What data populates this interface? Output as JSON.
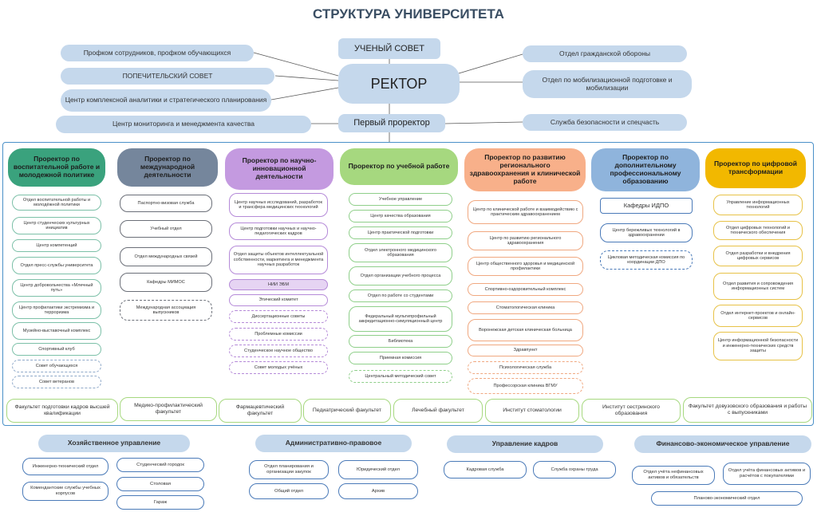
{
  "title": "СТРУКТУРА УНИВЕРСИТЕТА",
  "top": {
    "council": "УЧЕНЫЙ СОВЕТ",
    "rector": "РЕКТОР",
    "first_prorector": "Первый проректор",
    "left": [
      "Профком сотрудников, профком обучающихся",
      "ПОПЕЧИТЕЛЬСКИЙ СОВЕТ",
      "Центр комплексной аналитики и стратегического планирования",
      "Центр мониторинга и менеджмента качества"
    ],
    "right": [
      "Отдел гражданской обороны",
      "Отдел по мобилизационной подготовке и мобилизации",
      "Служба безопасности и спецчасть"
    ]
  },
  "prorectors": [
    {
      "title": "Проректор по воспитательной работе и молодежной политике",
      "items": [
        "Отдел воспитательной работы и молодёжной политики",
        "Центр студенческих культурных инициатив",
        "Центр компетенций",
        "Отдел пресс-службы университета",
        "Центр добровольчества «Млечный путь»",
        "Центр профилактики экстремизма и терроризма",
        "Музейно-выставочный комплекс",
        "Спортивный клуб",
        "Совет обучающихся",
        "Совет ветеранов"
      ]
    },
    {
      "title": "Проректор по международной деятельности",
      "items": [
        "Паспортно-визовая служба",
        "Учебный отдел",
        "Отдел международных связей",
        "Кафедры МИМОС",
        "Международная ассоциация выпускников"
      ]
    },
    {
      "title": "Проректор по научно-инновационной деятельности",
      "items": [
        "Центр научных исследований, разработок и трансфера медицинских технологий",
        "Центр подготовки научных и научно-педагогических кадров",
        "Отдел защиты объектов интеллектуальной собственности, маркетинга и менеджмента научных разработок",
        "НИИ ЭБМ",
        "Этический комитет",
        "Диссертационные советы",
        "Проблемные комиссии",
        "Студенческое научное общество",
        "Совет молодых учёных"
      ]
    },
    {
      "title": "Проректор по учебной работе",
      "items": [
        "Учебное управление",
        "Центр качества образования",
        "Центр практической подготовки",
        "Отдел электронного медицинского образования",
        "Отдел организации учебного процесса",
        "Отдел по работе со студентами",
        "Федеральный мультипрофильный аккредитационно-симуляционный центр",
        "Библиотека",
        "Приемная комиссия",
        "Центральный методический совет"
      ]
    },
    {
      "title": "Проректор по развитию регионального здравоохранения и клинической работе",
      "items": [
        "Центр по клинической работе и взаимодействию с практическим здравоохранением",
        "Центр по развитию регионального здравоохранения",
        "Центр общественного здоровья и медицинской профилактики",
        "Спортивно-оздоровительный комплекс",
        "Стоматологическая клиника",
        "Воронежская детская клиническая больница",
        "Здравпункт",
        "Психологическая служба",
        "Профессорская клиника ВГМУ"
      ]
    },
    {
      "title": "Проректор по дополнительному профессиональному образованию",
      "items": [
        "Кафедры ИДПО",
        "Центр бережливых технологий в здравоохранении",
        "Цикловая методическая комиссия по координации ДПО"
      ]
    },
    {
      "title": "Проректор по цифровой трансформации",
      "items": [
        "Управление информационных технологий",
        "Отдел цифровых технологий и технического обеспечения",
        "Отдел разработки и внедрения цифровых сервисов",
        "Отдел развития и сопровождения информационных систем",
        "Отдел интернет-проектов и онлайн-сервисов",
        "Центр информационной безопасности и инженерно-технических средств защиты"
      ]
    }
  ],
  "faculties": [
    "Факультет подготовки кадров высшей квалификации",
    "Медико-профилактический факультет",
    "Фармацевтический факультет",
    "Педиатрический факультет",
    "Лечебный факультет",
    "Институт стоматологии",
    "Институт сестринского образования",
    "Факультет довузовского образования и работы с выпускниками"
  ],
  "bottom": [
    {
      "title": "Хозяйственное управление",
      "items": [
        "Инженерно-технический отдел",
        "Студенческий городок",
        "Комендантские службы учебных корпусов",
        "Столовая",
        "Гараж"
      ]
    },
    {
      "title": "Административно-правовое",
      "items": [
        "Отдел планирования и организации закупок",
        "Юридический отдел",
        "Общий отдел",
        "Архив"
      ]
    },
    {
      "title": "Управление кадров",
      "items": [
        "Кадровая служба",
        "Служба охраны труда"
      ]
    },
    {
      "title": "Финансово-экономическое управление",
      "items": [
        "Отдел учёта нефинансовых активов и обязательств",
        "Отдел учёта финансовых активов и расчётов с покупателями",
        "Планово-экономический отдел"
      ]
    }
  ],
  "colors": {
    "header_blue": "#c5d8ec",
    "green": "#3aa27d",
    "slate": "#75869c",
    "purple": "#c49ae0",
    "lime": "#a6d87f",
    "orange": "#f8b08a",
    "blue": "#8fb4dc",
    "yellow": "#f2b800",
    "frame": "#4a90c8"
  }
}
